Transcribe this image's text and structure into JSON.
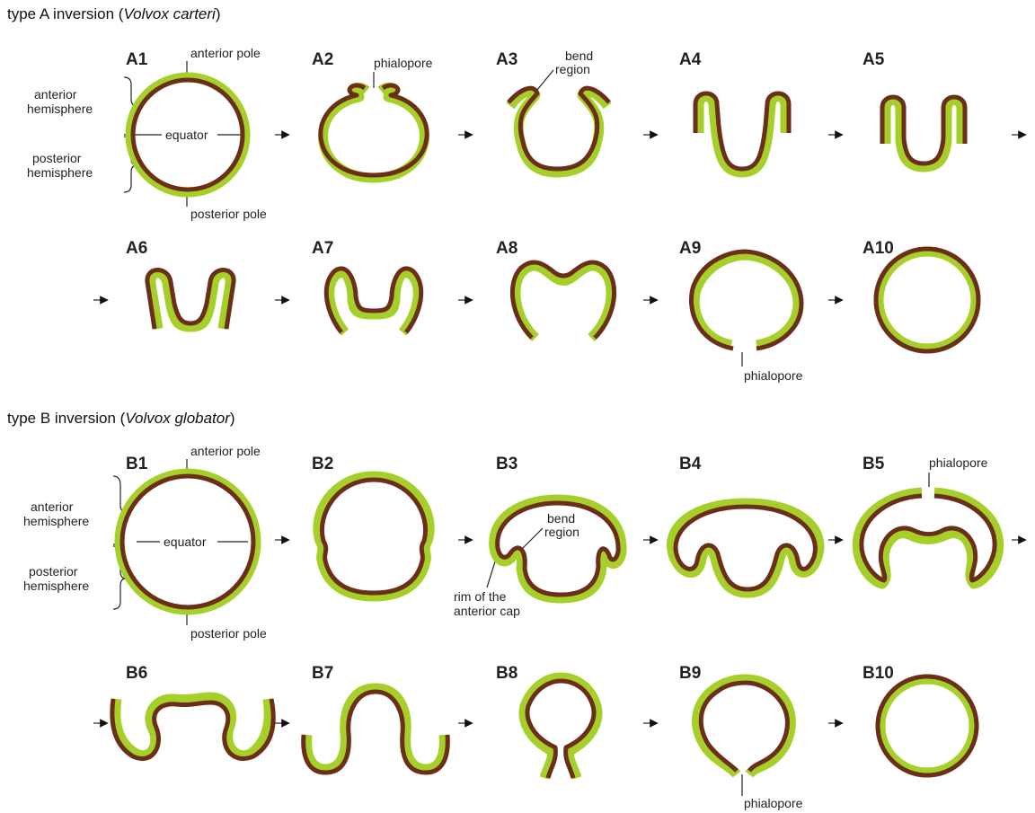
{
  "colors": {
    "green": "#a6cf2a",
    "brown": "#6b2e16"
  },
  "section_a": {
    "title_prefix": "type A inversion (",
    "species": "Volvox carteri",
    "title_suffix": ")"
  },
  "section_b": {
    "title_prefix": "type B inversion (",
    "species": "Volvox globator",
    "title_suffix": ")"
  },
  "stages": {
    "a": [
      "A1",
      "A2",
      "A3",
      "A4",
      "A5",
      "A6",
      "A7",
      "A8",
      "A9",
      "A10"
    ],
    "b": [
      "B1",
      "B2",
      "B3",
      "B4",
      "B5",
      "B6",
      "B7",
      "B8",
      "B9",
      "B10"
    ]
  },
  "labels": {
    "anterior_pole": "anterior pole",
    "posterior_pole": "posterior pole",
    "equator": "equator",
    "anterior_hemisphere_1": "anterior",
    "anterior_hemisphere_2": "hemisphere",
    "posterior_hemisphere_1": "posterior",
    "posterior_hemisphere_2": "hemisphere",
    "phialopore": "phialopore",
    "bend_region_1": "bend",
    "bend_region_2": "region",
    "rim_1": "rim of the",
    "rim_2": "anterior cap"
  }
}
